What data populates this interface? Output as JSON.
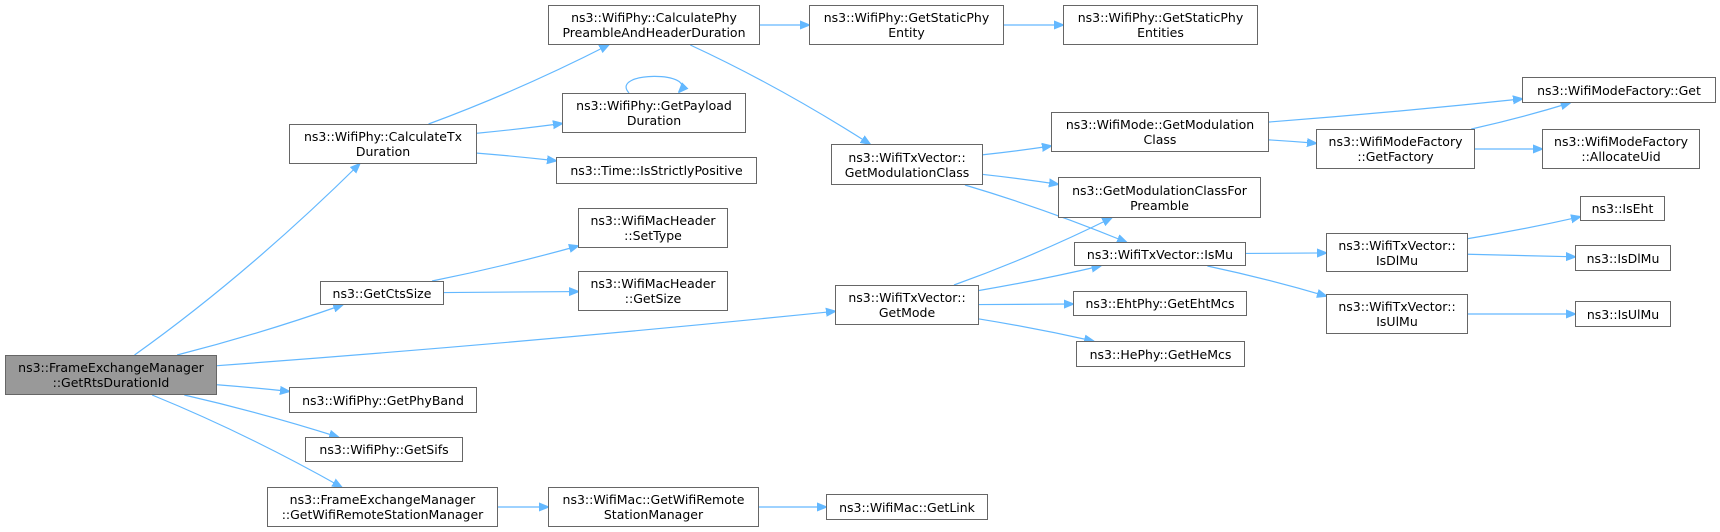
{
  "colors": {
    "edge": "#63b8ff",
    "root_fill": "#999999",
    "node_border": "#666666",
    "node_fill": "#ffffff"
  },
  "nodes": {
    "root": "ns3::FrameExchangeManager\n::GetRtsDurationId",
    "calc_tx_duration": "ns3::WifiPhy::CalculateTx\nDuration",
    "calc_preamble": "ns3::WifiPhy::CalculatePhy\nPreambleAndHeaderDuration",
    "get_static_phy_entity": "ns3::WifiPhy::GetStaticPhy\nEntity",
    "get_static_phy_entities": "ns3::WifiPhy::GetStaticPhy\nEntities",
    "get_payload_duration": "ns3::WifiPhy::GetPayload\nDuration",
    "is_strictly_positive": "ns3::Time::IsStrictlyPositive",
    "get_cts_size": "ns3::GetCtsSize",
    "mac_header_set_type": "ns3::WifiMacHeader\n::SetType",
    "mac_header_get_size": "ns3::WifiMacHeader\n::GetSize",
    "get_phy_band": "ns3::WifiPhy::GetPhyBand",
    "get_sifs": "ns3::WifiPhy::GetSifs",
    "fem_get_wifi_remote_station_manager": "ns3::FrameExchangeManager\n::GetWifiRemoteStationManager",
    "mac_get_wifi_remote_station_manager": "ns3::WifiMac::GetWifiRemote\nStationManager",
    "mac_get_link": "ns3::WifiMac::GetLink",
    "txv_get_modulation_class": "ns3::WifiTxVector::\nGetModulationClass",
    "txv_get_mode": "ns3::WifiTxVector::\nGetMode",
    "mode_get_modulation_class": "ns3::WifiMode::GetModulation\nClass",
    "get_mod_class_for_preamble": "ns3::GetModulationClassFor\nPreamble",
    "txv_is_mu": "ns3::WifiTxVector::IsMu",
    "eht_get_eht_mcs": "ns3::EhtPhy::GetEhtMcs",
    "he_get_he_mcs": "ns3::HePhy::GetHeMcs",
    "mode_factory_get": "ns3::WifiModeFactory::Get",
    "mode_factory_get_factory": "ns3::WifiModeFactory\n::GetFactory",
    "mode_factory_allocate_uid": "ns3::WifiModeFactory\n::AllocateUid",
    "txv_is_dl_mu": "ns3::WifiTxVector::\nIsDlMu",
    "txv_is_ul_mu": "ns3::WifiTxVector::\nIsUlMu",
    "is_eht": "ns3::IsEht",
    "is_dl_mu": "ns3::IsDlMu",
    "is_ul_mu": "ns3::IsUlMu"
  },
  "edges": [
    [
      "root",
      "calc_tx_duration"
    ],
    [
      "root",
      "get_cts_size"
    ],
    [
      "root",
      "txv_get_mode"
    ],
    [
      "root",
      "get_phy_band"
    ],
    [
      "root",
      "get_sifs"
    ],
    [
      "root",
      "fem_get_wifi_remote_station_manager"
    ],
    [
      "calc_tx_duration",
      "calc_preamble"
    ],
    [
      "calc_tx_duration",
      "get_payload_duration"
    ],
    [
      "calc_tx_duration",
      "is_strictly_positive"
    ],
    [
      "get_payload_duration",
      "get_payload_duration"
    ],
    [
      "calc_preamble",
      "get_static_phy_entity"
    ],
    [
      "calc_preamble",
      "txv_get_modulation_class"
    ],
    [
      "get_static_phy_entity",
      "get_static_phy_entities"
    ],
    [
      "get_cts_size",
      "mac_header_set_type"
    ],
    [
      "get_cts_size",
      "mac_header_get_size"
    ],
    [
      "fem_get_wifi_remote_station_manager",
      "mac_get_wifi_remote_station_manager"
    ],
    [
      "mac_get_wifi_remote_station_manager",
      "mac_get_link"
    ],
    [
      "txv_get_modulation_class",
      "mode_get_modulation_class"
    ],
    [
      "txv_get_modulation_class",
      "get_mod_class_for_preamble"
    ],
    [
      "txv_get_modulation_class",
      "txv_is_mu"
    ],
    [
      "txv_get_mode",
      "get_mod_class_for_preamble"
    ],
    [
      "txv_get_mode",
      "txv_is_mu"
    ],
    [
      "txv_get_mode",
      "eht_get_eht_mcs"
    ],
    [
      "txv_get_mode",
      "he_get_he_mcs"
    ],
    [
      "mode_get_modulation_class",
      "mode_factory_get"
    ],
    [
      "mode_get_modulation_class",
      "mode_factory_get_factory"
    ],
    [
      "mode_factory_get_factory",
      "mode_factory_get"
    ],
    [
      "mode_factory_get_factory",
      "mode_factory_allocate_uid"
    ],
    [
      "txv_is_mu",
      "txv_is_dl_mu"
    ],
    [
      "txv_is_mu",
      "txv_is_ul_mu"
    ],
    [
      "txv_is_dl_mu",
      "is_eht"
    ],
    [
      "txv_is_dl_mu",
      "is_dl_mu"
    ],
    [
      "txv_is_ul_mu",
      "is_ul_mu"
    ]
  ]
}
